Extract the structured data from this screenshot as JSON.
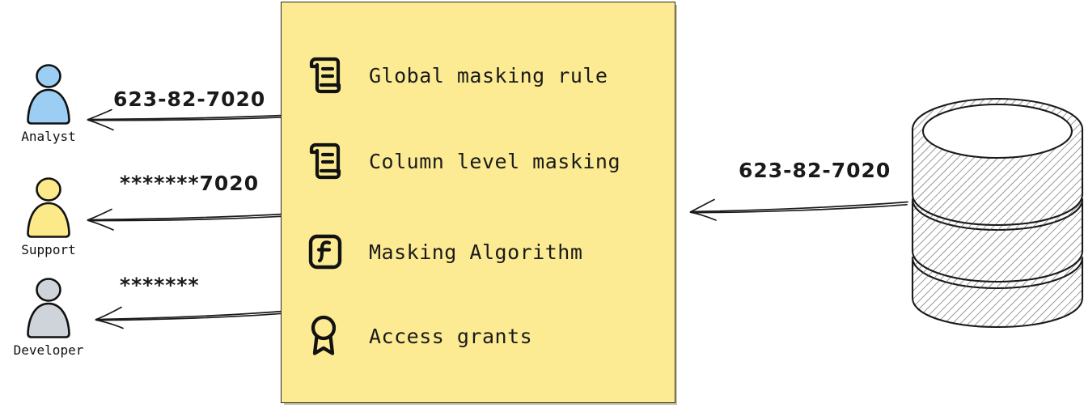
{
  "diagram": {
    "type": "data-masking-flow",
    "title_present": false,
    "background_color": "#ffffff"
  },
  "actors": [
    {
      "id": "analyst",
      "label": "Analyst",
      "icon": "person-icon",
      "color": "#9ccdf2",
      "outgoing_value": "623-82-7020",
      "masking": "none"
    },
    {
      "id": "support",
      "label": "Support",
      "icon": "person-icon",
      "color": "#fce98a",
      "outgoing_value": "*******7020",
      "masking": "partial"
    },
    {
      "id": "developer",
      "label": "Developer",
      "icon": "person-icon",
      "color": "#cfd4da",
      "outgoing_value": "*******",
      "masking": "full"
    }
  ],
  "policy_card": {
    "background_color": "#fceb93",
    "border_color": "#2b2b1e",
    "items": [
      {
        "icon": "scroll-icon",
        "label": "Global masking rule"
      },
      {
        "icon": "scroll-icon",
        "label": "Column level masking"
      },
      {
        "icon": "function-box-icon",
        "label": "Masking Algorithm"
      },
      {
        "icon": "award-ribbon-icon",
        "label": "Access grants"
      }
    ]
  },
  "source": {
    "id": "database",
    "icon": "database-cylinder-icon",
    "label": "",
    "outgoing_value": "623-82-7020"
  },
  "flows": [
    {
      "id": "db-to-card",
      "label": "623-82-7020",
      "direction": "left"
    },
    {
      "id": "card-to-analyst",
      "label": "623-82-7020",
      "direction": "left"
    },
    {
      "id": "card-to-support",
      "label": "*******7020",
      "direction": "left"
    },
    {
      "id": "card-to-developer",
      "label": "*******",
      "direction": "left"
    }
  ]
}
